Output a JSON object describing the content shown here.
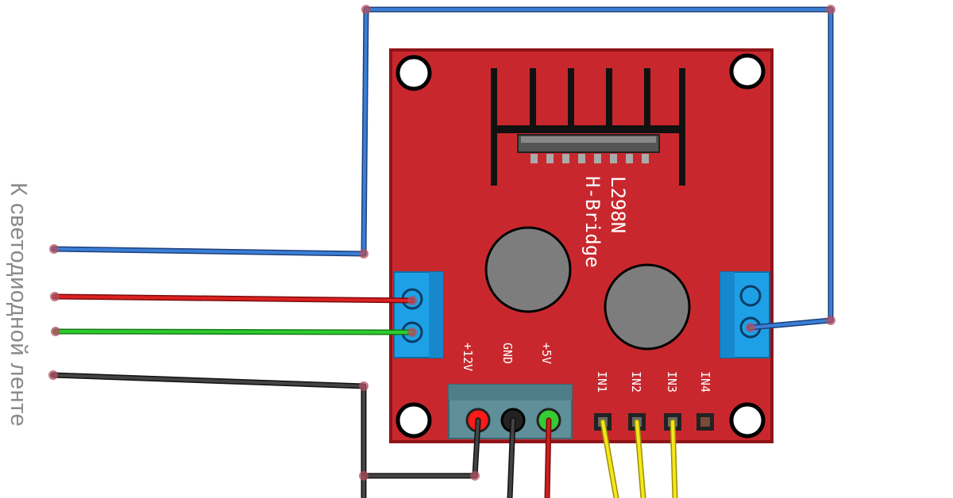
{
  "caption": "К светодиодной ленте",
  "module": {
    "chip_name": "L298N",
    "chip_subtitle": "H-Bridge",
    "power_labels": [
      "+12V",
      "GND",
      "+5V"
    ],
    "input_labels": [
      "IN1",
      "IN2",
      "IN3",
      "IN4"
    ]
  },
  "colors": {
    "board": "#c8282d",
    "board_border": "#8e1418",
    "terminal": "#1ea0e6",
    "wire_blue": "#2f6fc4",
    "wire_red": "#cc1f1f",
    "wire_green": "#27b327",
    "wire_black": "#333333",
    "wire_yellow": "#f0e21e",
    "capacitor": "#7d7d7d",
    "heatsink": "#111111"
  }
}
